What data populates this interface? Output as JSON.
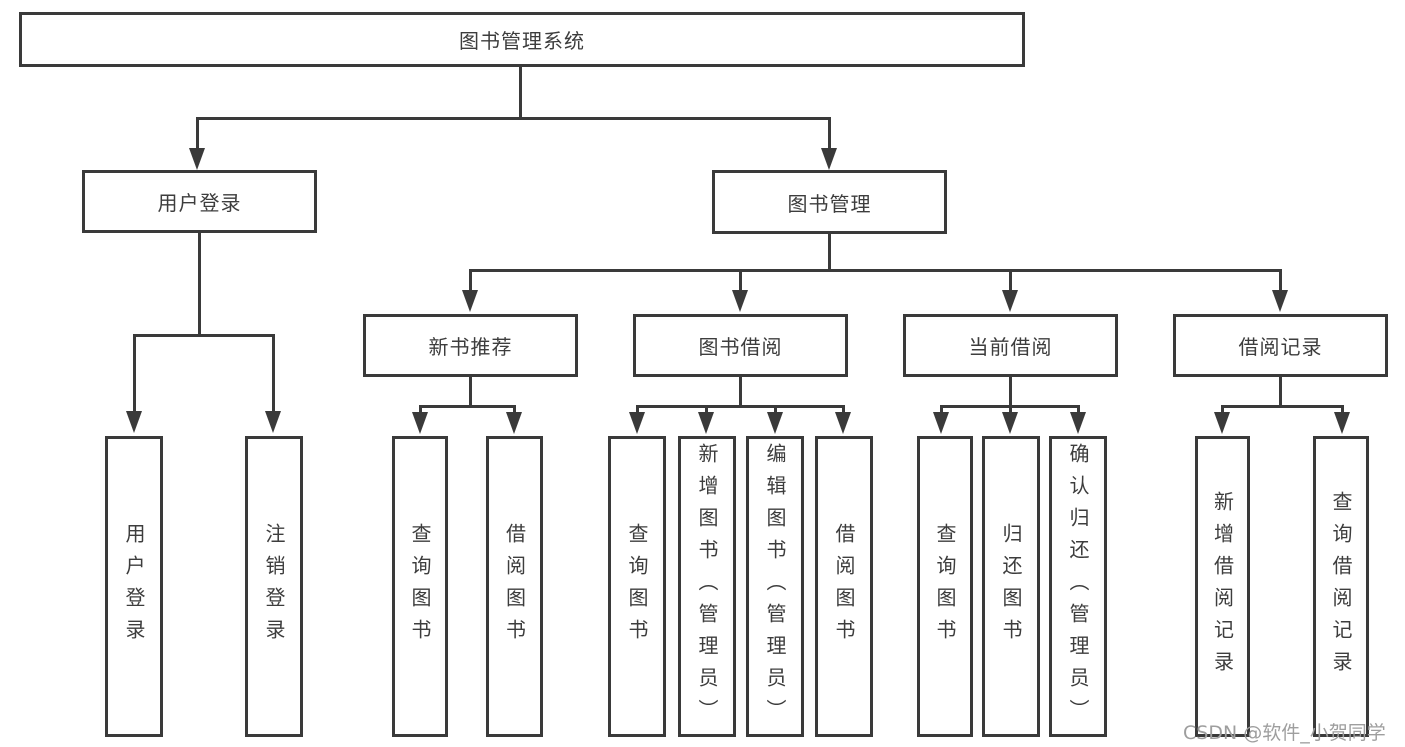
{
  "diagram": {
    "root": {
      "label": "图书管理系统"
    },
    "level1": [
      {
        "label": "用户登录"
      },
      {
        "label": "图书管理"
      }
    ],
    "level2": [
      {
        "label": "新书推荐"
      },
      {
        "label": "图书借阅"
      },
      {
        "label": "当前借阅"
      },
      {
        "label": "借阅记录"
      }
    ],
    "leaves": {
      "user": [
        "用户登录",
        "注销登录"
      ],
      "newbook": [
        "查询图书",
        "借阅图书"
      ],
      "borrow": [
        "查询图书",
        "新增图书（管理员）",
        "编辑图书（管理员）",
        "借阅图书"
      ],
      "current": [
        "查询图书",
        "归还图书",
        "确认归还（管理员）"
      ],
      "records": [
        "新增借阅记录",
        "查询借阅记录"
      ]
    }
  },
  "watermark": {
    "text": "CSDN @软件_小贺同学"
  },
  "colors": {
    "line": "#3a3a3a",
    "text": "#3d3d3d",
    "watermark": "#9e9e9e",
    "background": "#ffffff"
  }
}
